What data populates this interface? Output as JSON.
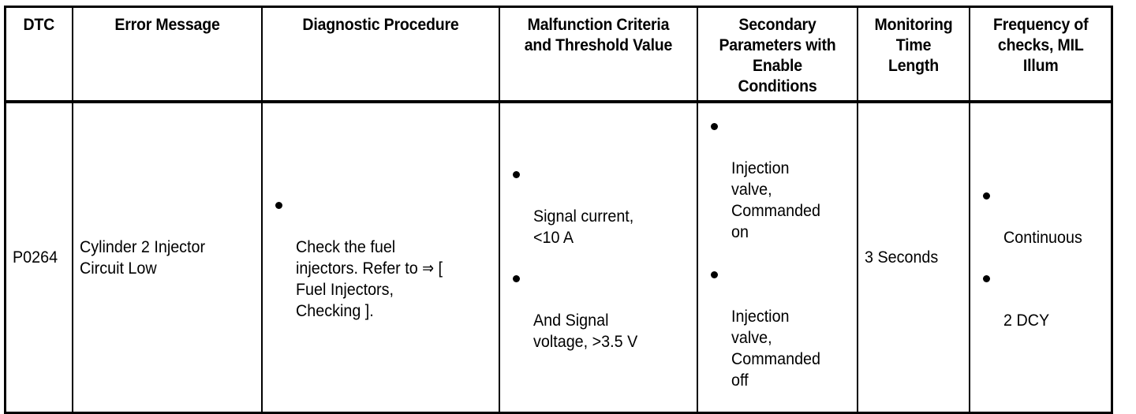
{
  "table": {
    "columns": [
      {
        "key": "dtc",
        "header": "DTC"
      },
      {
        "key": "error_message",
        "header": "Error Message"
      },
      {
        "key": "diagnostic",
        "header": "Diagnostic Procedure"
      },
      {
        "key": "malfunction",
        "header": "Malfunction Criteria\nand Threshold Value"
      },
      {
        "key": "secondary",
        "header": "Secondary\nParameters with\nEnable\nConditions"
      },
      {
        "key": "monitoring",
        "header": "Monitoring\nTime\nLength"
      },
      {
        "key": "frequency",
        "header": "Frequency of\nchecks, MIL\nIllum"
      }
    ],
    "rows": [
      {
        "dtc": "P0264",
        "error_message": "Cylinder 2 Injector\nCircuit Low",
        "diagnostic_bullets": [
          "Check the fuel\ninjectors. Refer to ⇒ [\nFuel Injectors,\nChecking ]."
        ],
        "malfunction_bullets": [
          "Signal current,\n<10 A",
          "And Signal\nvoltage, >3.5 V"
        ],
        "secondary_bullets": [
          "Injection\nvalve,\nCommanded\non",
          "Injection\nvalve,\nCommanded\noff"
        ],
        "monitoring": "3 Seconds",
        "frequency_bullets": [
          "Continuous",
          "2 DCY"
        ]
      }
    ]
  },
  "style": {
    "border_color": "#000000",
    "background": "#ffffff",
    "text_color": "#000000"
  }
}
